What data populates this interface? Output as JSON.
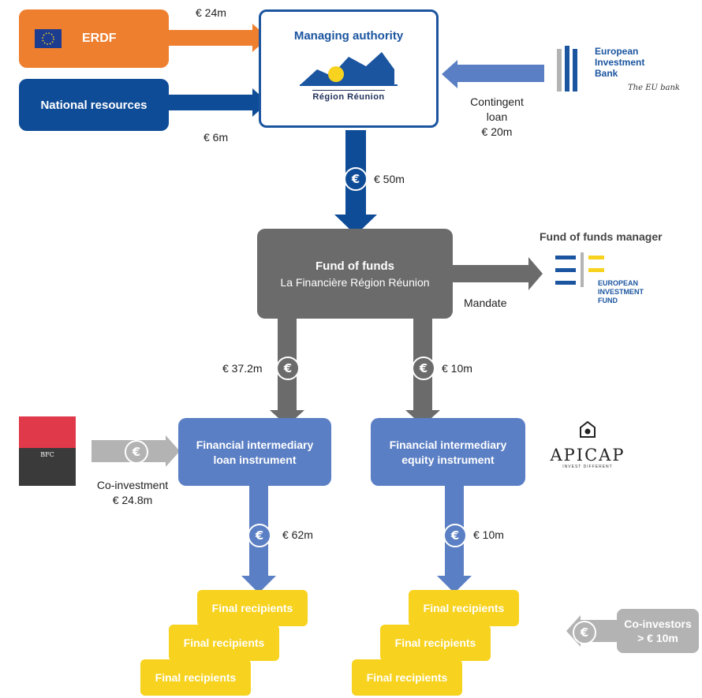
{
  "funding": {
    "erdf": {
      "label": "ERDF",
      "amount": "€ 24m"
    },
    "national": {
      "label": "National resources",
      "amount": "€ 6m"
    }
  },
  "managing_authority": {
    "title": "Managing authority",
    "logo_text": "Région Réunion"
  },
  "eib": {
    "logo_lines": [
      "European",
      "Investment",
      "Bank"
    ],
    "tagline": "The EU bank",
    "loan_lines": [
      "Contingent",
      "loan",
      "€ 20m"
    ]
  },
  "fund_of_funds": {
    "inflow": "€ 50m",
    "title": "Fund of funds",
    "subtitle": "La Financière Région Réunion",
    "mandate": "Mandate",
    "manager_label": "Fund of funds manager",
    "eif_lines": [
      "EUROPEAN",
      "INVESTMENT",
      "FUND"
    ]
  },
  "loan_branch": {
    "amount": "€ 37.2m",
    "title_lines": [
      "Financial intermediary",
      "loan instrument"
    ],
    "coinvest_label": "Co-investment",
    "coinvest_amount": "€ 24.8m",
    "bank_logo": "BFC",
    "to_recipients": "€ 62m"
  },
  "equity_branch": {
    "amount": "€ 10m",
    "title_lines": [
      "Financial intermediary",
      "equity instrument"
    ],
    "manager_logo": "APICAP",
    "manager_tagline": "INVEST DIFFERENT",
    "to_recipients": "€ 10m",
    "coinvestors_lines": [
      "Co-investors",
      "> € 10m"
    ]
  },
  "final_recipients": "Final recipients",
  "euro_symbol": "€",
  "colors": {
    "erdf": "#ee7f2e",
    "national": "#0f4c97",
    "authority_border": "#1b55a0",
    "fund_gray": "#6b6b6b",
    "intermediary": "#5b7fc4",
    "final": "#f7d21e",
    "light_gray": "#b3b3b3"
  }
}
